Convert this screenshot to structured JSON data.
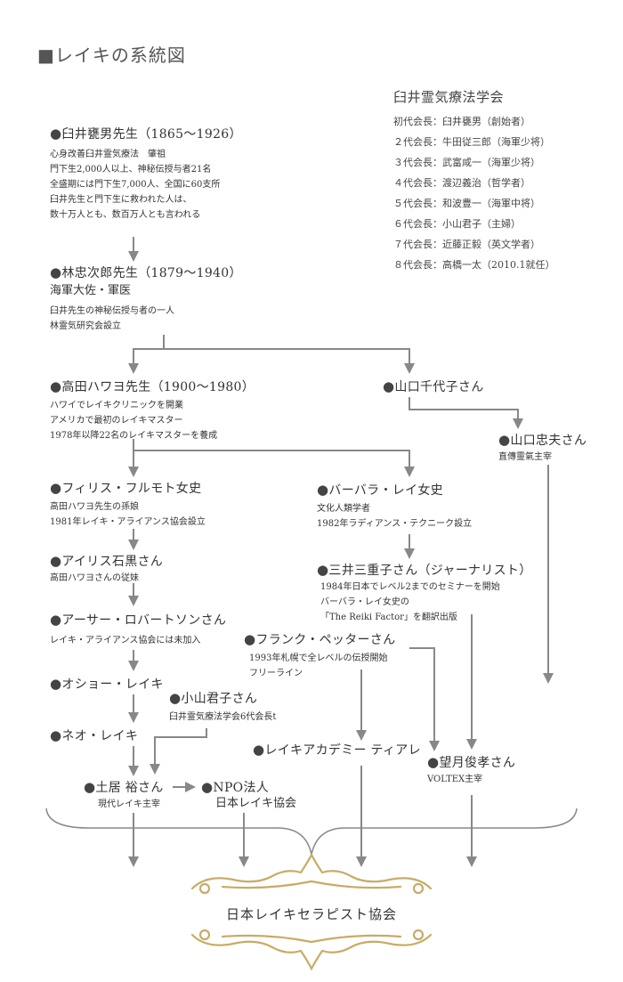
{
  "title": "■レイキの系統図",
  "association": {
    "title": "臼井霊気療法学会",
    "presidents": [
      "初代会長：臼井甕男（創始者）",
      "２代会長：牛田従三郎（海軍少将）",
      "３代会長：武富咸一（海軍少将）",
      "４代会長：渡辺義治（哲学者）",
      "５代会長：和波豊一（海軍中将）",
      "６代会長：小山君子（主婦）",
      "７代会長：近藤正毅（英文学者）",
      "８代会長：高橋一太（2010.1就任）"
    ]
  },
  "people": {
    "usui": {
      "name": "臼井甕男先生（1865〜1926）",
      "details": [
        "心身改善臼井霊気療法　肇祖",
        "門下生2,000人以上、神秘伝授与者21名",
        "全盛期には門下生7,000人、全国に60支所",
        "臼井先生と門下生に救われた人は、",
        "数十万人とも、数百万人とも言われる"
      ]
    },
    "hayashi": {
      "name": "林忠次郎先生（1879〜1940）",
      "sub": "海軍大佐・軍医",
      "details": [
        "臼井先生の神秘伝授与者の一人",
        "林霊気研究会設立"
      ]
    },
    "takata": {
      "name": "高田ハワヨ先生（1900〜1980）",
      "details": [
        "ハワイでレイキクリニックを開業",
        "アメリカで最初のレイキマスター",
        "1978年以降22名のレイキマスターを養成"
      ]
    },
    "chiyoko": {
      "name": "山口千代子さん"
    },
    "tadao": {
      "name": "山口忠夫さん",
      "details": [
        "直傳靈氣主宰"
      ]
    },
    "furumoto": {
      "name": "フィリス・フルモト女史",
      "details": [
        "高田ハワヨ先生の孫娘",
        "1981年レイキ・アライアンス協会設立"
      ]
    },
    "ray": {
      "name": "バーバラ・レイ女史",
      "details": [
        "文化人類学者",
        "1982年ラディアンス・テクニーク設立"
      ]
    },
    "iris": {
      "name": "アイリス石黒さん",
      "details": [
        "高田ハワヨさんの従妹"
      ]
    },
    "mitsui": {
      "name": "三井三重子さん（ジャーナリスト）",
      "details": [
        "1984年日本でレベル2までのセミナーを開始",
        "バーバラ・レイ女史の",
        "「The Reiki Factor」を翻訳出版"
      ]
    },
    "robertson": {
      "name": "アーサー・ロバートソンさん",
      "details": [
        "レイキ・アライアンス協会には未加入"
      ]
    },
    "petter": {
      "name": "フランク・ペッターさん",
      "details": [
        "1993年札幌で全レベルの伝授開始",
        "フリーライン"
      ]
    },
    "osho": {
      "name": "オショー・レイキ"
    },
    "koyama": {
      "name": "小山君子さん",
      "details": [
        "臼井霊気療法学会6代会長t"
      ]
    },
    "neo": {
      "name": "ネオ・レイキ"
    },
    "academy": {
      "name": "レイキアカデミー ティアレ"
    },
    "mochizuki": {
      "name": "望月俊孝さん",
      "details": [
        "VOLTEX主宰"
      ]
    },
    "doi": {
      "name": "土居 裕さん",
      "details": [
        "現代レイキ主宰"
      ]
    },
    "npo": {
      "name": "NPO法人",
      "details": [
        "日本レイキ協会"
      ]
    }
  },
  "final": {
    "label": "日本レイキセラピスト協会"
  },
  "colors": {
    "line": "#888888",
    "gold": "#c8ac64",
    "text": "#333333"
  }
}
